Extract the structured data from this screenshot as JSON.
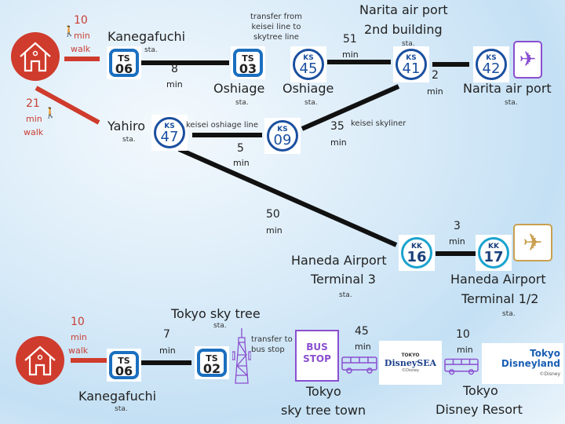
{
  "top_route": {
    "walk1": {
      "time": "10",
      "unit": "min",
      "word": "walk"
    },
    "walk2": {
      "time": "21",
      "unit": "min",
      "word": "walk"
    },
    "kanegafuchi": {
      "name": "Kanegafuchi",
      "sta": "sta.",
      "line": "TS",
      "num": "06"
    },
    "oshiage_ts": {
      "name": "Oshiage",
      "sta": "sta.",
      "line": "TS",
      "num": "03"
    },
    "oshiage_ks": {
      "name": "Oshiage",
      "sta": "sta.",
      "line": "KS",
      "num": "45"
    },
    "narita2": {
      "name1": "Narita air port",
      "name2": "2nd building",
      "sta": "sta.",
      "line": "KS",
      "num": "41"
    },
    "narita": {
      "name": "Narita air port",
      "sta": "sta.",
      "line": "KS",
      "num": "42"
    },
    "yahiro": {
      "name": "Yahiro",
      "sta": "sta.",
      "line": "KS",
      "num": "47"
    },
    "ks09": {
      "line": "KS",
      "num": "09"
    },
    "haneda3": {
      "name1": "Haneda Airport",
      "name2": "Terminal 3",
      "sta": "sta.",
      "line": "KK",
      "num": "16"
    },
    "haneda12": {
      "name1": "Haneda Airport",
      "name2": "Terminal 1/2",
      "sta": "sta.",
      "line": "KK",
      "num": "17"
    },
    "transfer_note": [
      "transfer  from",
      "keisei line to",
      "skytree line"
    ],
    "oshiage_line": "keisei oshiage line",
    "skyliner": "keisei skyliner",
    "times": {
      "t8": "8",
      "t51": "51",
      "t2": "2",
      "t5": "5",
      "t35": "35",
      "t50": "50",
      "t3": "3"
    },
    "min": "min"
  },
  "bottom_route": {
    "walk": {
      "time": "10",
      "unit": "min",
      "word": "walk"
    },
    "kanegafuchi": {
      "name": "Kanegafuchi",
      "sta": "sta.",
      "line": "TS",
      "num": "06"
    },
    "skytree": {
      "name": "Tokyo sky tree",
      "sta": "sta.",
      "line": "TS",
      "num": "02"
    },
    "transfer_note": [
      "transfer to",
      "bus stop"
    ],
    "bus_stop": [
      "BUS",
      "STOP"
    ],
    "skytree_town": [
      "Tokyo",
      "sky tree town"
    ],
    "disney": [
      "Tokyo",
      "Disney Resort"
    ],
    "disneysea": {
      "small": "TOKYO",
      "name": "DisneySEA",
      "copy": "©Disney"
    },
    "disneyland": {
      "l1": "Tokyo",
      "l2": "Disneyland",
      "copy": "©Disney"
    },
    "times": {
      "t7": "7",
      "t45": "45",
      "t10": "10"
    },
    "min": "min"
  },
  "colors": {
    "walk": "#cf3b2c",
    "ts": "#1a6fc0",
    "ks": "#1a4fa0",
    "kk": "#1aa3cf",
    "narita_icon": "#8a4fd0",
    "haneda_icon": "#c9a050",
    "bus": "#8a4fd0"
  }
}
